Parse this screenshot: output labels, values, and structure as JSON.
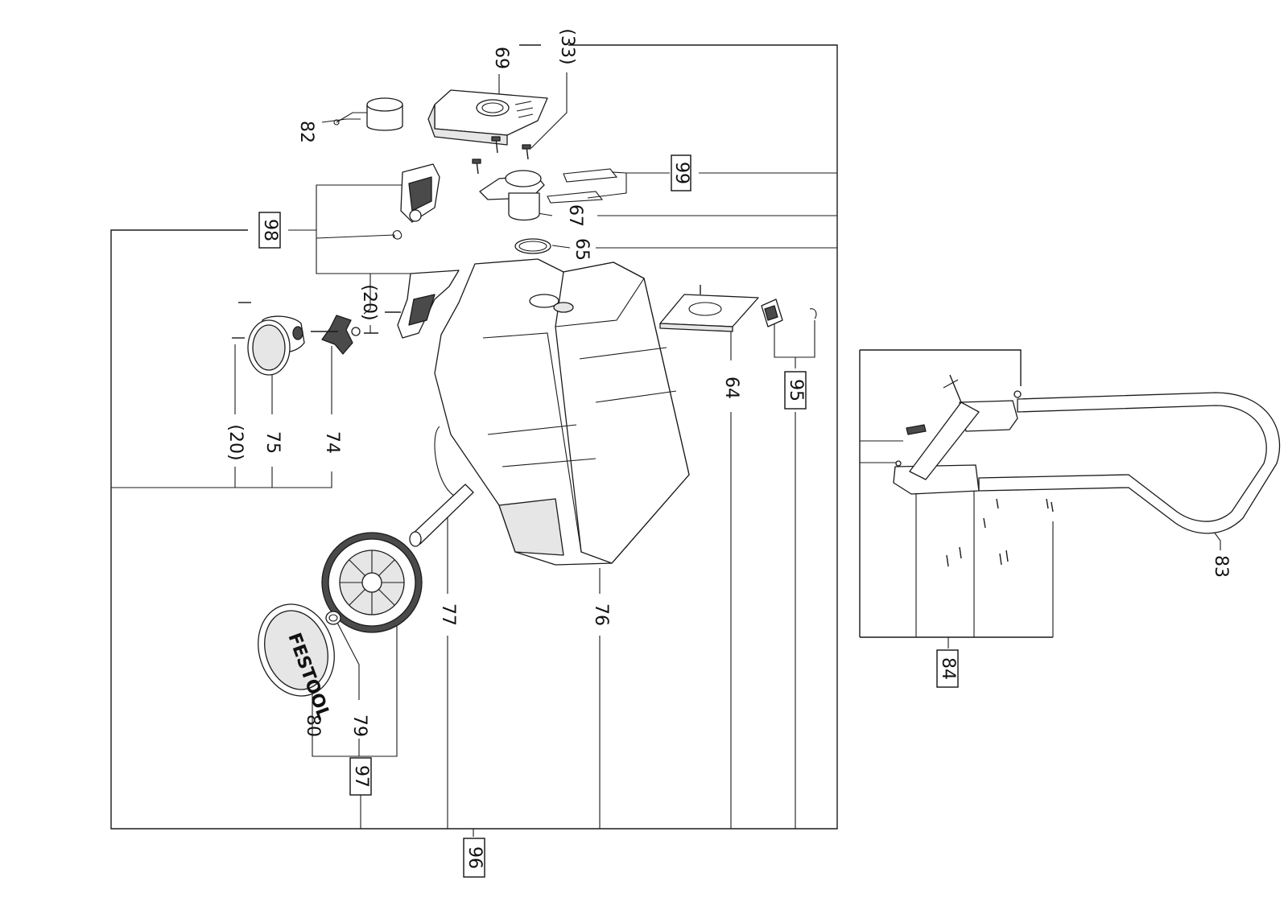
{
  "labels": {
    "l69": "69",
    "l33": "(33)",
    "l82": "82",
    "l99": "99",
    "l98": "98",
    "l67": "67",
    "l65": "65",
    "l20a": "(20)",
    "l64": "64",
    "l95": "95",
    "l20b": "(20)",
    "l75": "75",
    "l74": "74",
    "l77": "77",
    "l76": "76",
    "l83": "83",
    "l84": "84",
    "l80": "80",
    "l79": "79",
    "l97": "97",
    "l96": "96"
  },
  "logo": {
    "wheel_cap_text": "FESTOOL"
  }
}
